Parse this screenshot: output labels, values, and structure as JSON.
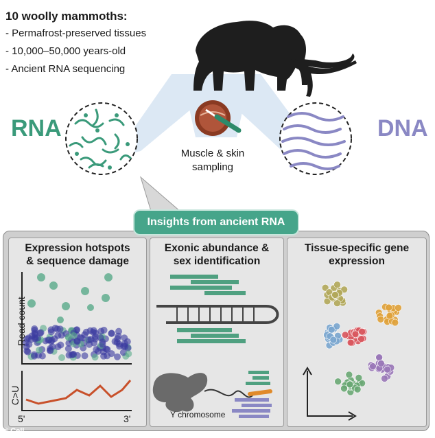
{
  "header": {
    "title": "10 woolly mammoths:",
    "bullets": [
      "- Permafrost-preserved tissues",
      "- 10,000–50,000 years-old",
      "- Ancient RNA sequencing"
    ]
  },
  "labels": {
    "rna": "RNA",
    "dna": "DNA",
    "sampling_line1": "Muscle & skin",
    "sampling_line2": "sampling",
    "insights": "Insights from ancient RNA"
  },
  "panels": [
    {
      "title_line1": "Expression hotspots",
      "title_line2": "& sequence damage",
      "read_count_label": "Read count",
      "cu_label": "C>U",
      "x_start": "5'",
      "x_end": "3'"
    },
    {
      "title_line1": "Exonic abundance &",
      "title_line2": "sex identification",
      "y_chromosome_label": "Y chromosome"
    },
    {
      "title_line1": "Tissue-specific gene",
      "title_line2": "expression"
    }
  ],
  "credit": "© Cell",
  "colors": {
    "rna_green": "#3a9a7a",
    "dna_purple": "#8a88c4",
    "insights_bg": "#46a58a",
    "cu_line": "#c8502a",
    "scatter_blue": "#3a3aa0",
    "cluster_olive": "#b2a85a",
    "cluster_orange": "#e0a23a",
    "cluster_blue": "#7aa6cf",
    "cluster_red": "#d9575e",
    "cluster_purple": "#9a78b8",
    "cluster_green": "#6aa874"
  },
  "icons": [
    "mammoth-icon",
    "scalpel-icon",
    "rna-molecules-icon",
    "dna-molecules-icon",
    "chromosome-icon"
  ]
}
